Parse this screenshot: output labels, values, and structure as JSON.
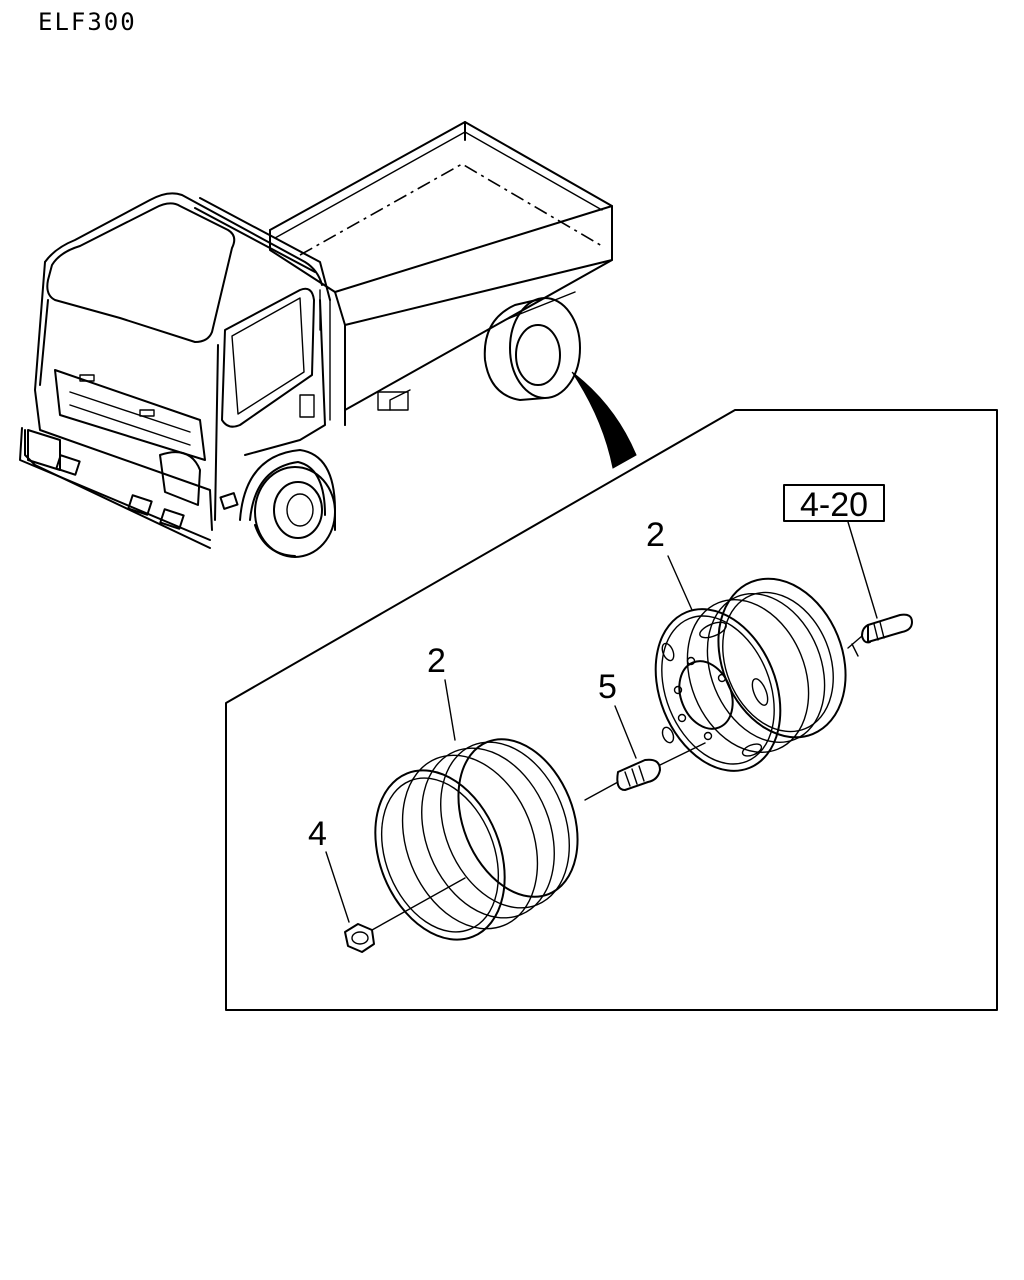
{
  "diagram": {
    "title": "ELF300",
    "callouts": {
      "rim_outer": "2",
      "rim_inner": "2",
      "nut": "4",
      "stud": "5",
      "reference": "4-20"
    }
  }
}
